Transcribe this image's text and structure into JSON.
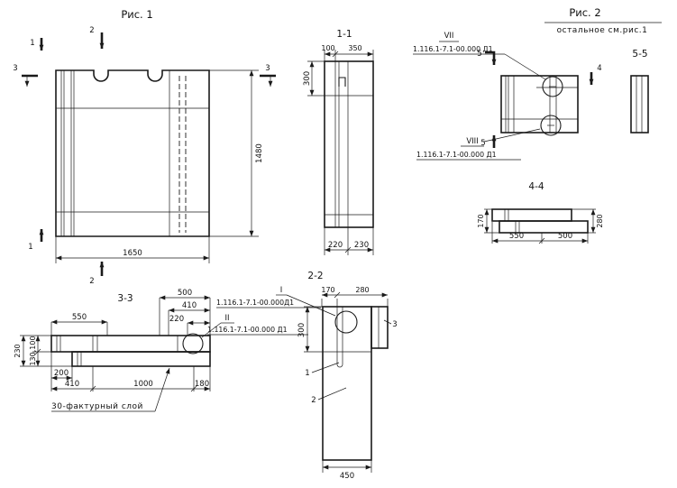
{
  "drawing": {
    "fig1": {
      "title": "Рис. 1",
      "cut1_top": "1",
      "cut1_bottom": "1",
      "cut2_top": "2",
      "cut2_bottom": "2",
      "cut3_left": "3",
      "cut3_right": "3",
      "dim_height": "1480",
      "dim_width": "1650"
    },
    "sec11": {
      "title": "1-1",
      "dim_100": "100",
      "dim_350": "350",
      "dim_300": "300",
      "dim_220": "220",
      "dim_230": "230"
    },
    "fig2": {
      "title": "Рис. 2",
      "subtitle": "остальное см.рис.1",
      "detail_vii": "VII",
      "detail_vii_doc": "1.116.1-7.1-00.000 Д1",
      "detail_viii": "VIII",
      "detail_viii_doc": "1.116.1-7.1-00.000 Д1",
      "cut5_top": "5",
      "cut5_bottom": "5",
      "cut4": "4"
    },
    "sec55": {
      "title": "5-5"
    },
    "sec44": {
      "title": "4-4",
      "dim_170": "170",
      "dim_280": "280",
      "dim_550": "550",
      "dim_500": "500"
    },
    "sec33": {
      "title": "3-3",
      "dim_550": "550",
      "dim_500": "500",
      "dim_410_top": "410",
      "dim_220": "220",
      "detail_ii": "II",
      "detail_ii_doc": "1.116.1-7.1-00.000 Д1",
      "dim_130_100": "130,100",
      "dim_230": "230",
      "dim_200": "200",
      "dim_410": "410",
      "dim_1000": "1000",
      "dim_180": "180",
      "note": "30-фактурный слой"
    },
    "sec22": {
      "title": "2-2",
      "detail_i": "I",
      "detail_i_doc": "1.116.1-7.1-00.000Д1",
      "dim_170": "170",
      "dim_280": "280",
      "dim_300": "300",
      "dim_450": "450",
      "pos_1": "1",
      "pos_2": "2",
      "pos_3": "3"
    }
  }
}
